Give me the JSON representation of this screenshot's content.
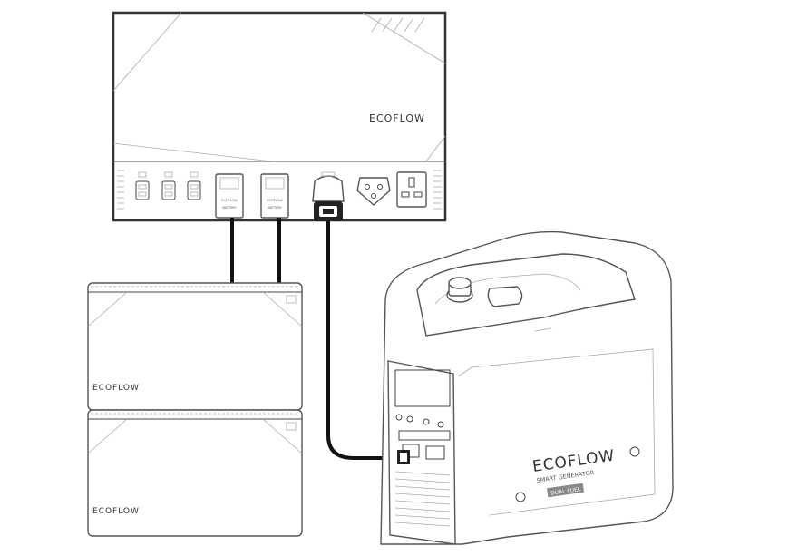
{
  "hub": {
    "brand": "ECOFLOW",
    "ports": [
      {
        "label": ""
      },
      {
        "label": ""
      },
      {
        "label": ""
      },
      {
        "label": "ECOFLOW",
        "sub": "BATTERY"
      },
      {
        "label": "ECOFLOW",
        "sub": "BATTERY"
      },
      {
        "label": ""
      },
      {
        "label": ""
      },
      {
        "label": ""
      }
    ]
  },
  "batteries": [
    {
      "brand": "ECOFLOW"
    },
    {
      "brand": "ECOFLOW"
    }
  ],
  "generator": {
    "brand": "ECOFLOW",
    "model": "SMART GENERATOR",
    "badge": "DUAL FUEL"
  }
}
